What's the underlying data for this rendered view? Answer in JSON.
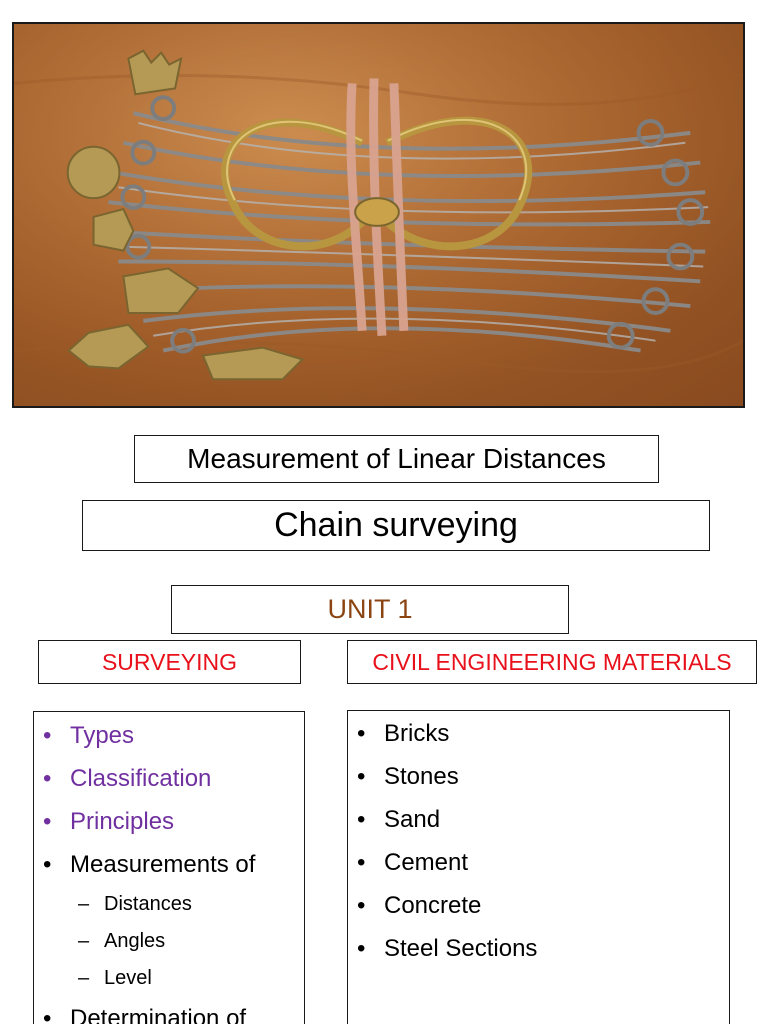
{
  "photo": {
    "alt": "Surveying chain with brass handles and arrows"
  },
  "title_primary": "Measurement of Linear Distances",
  "title_secondary": "Chain surveying",
  "unit_label": "UNIT 1",
  "left_heading": "SURVEYING",
  "right_heading": "CIVIL ENGINEERING MATERIALS",
  "left_list": {
    "items": [
      "Types",
      "Classification",
      "Principles",
      "Measurements of"
    ],
    "sub_items": [
      "Distances",
      "Angles",
      "Level"
    ],
    "last_item": "Determination of"
  },
  "right_list": {
    "items": [
      "Bricks",
      "Stones",
      "Sand",
      "Cement",
      "Concrete",
      "Steel Sections"
    ]
  },
  "colors": {
    "unit": "#8b4513",
    "heading": "#e8101a",
    "highlight": "#7030a0"
  }
}
